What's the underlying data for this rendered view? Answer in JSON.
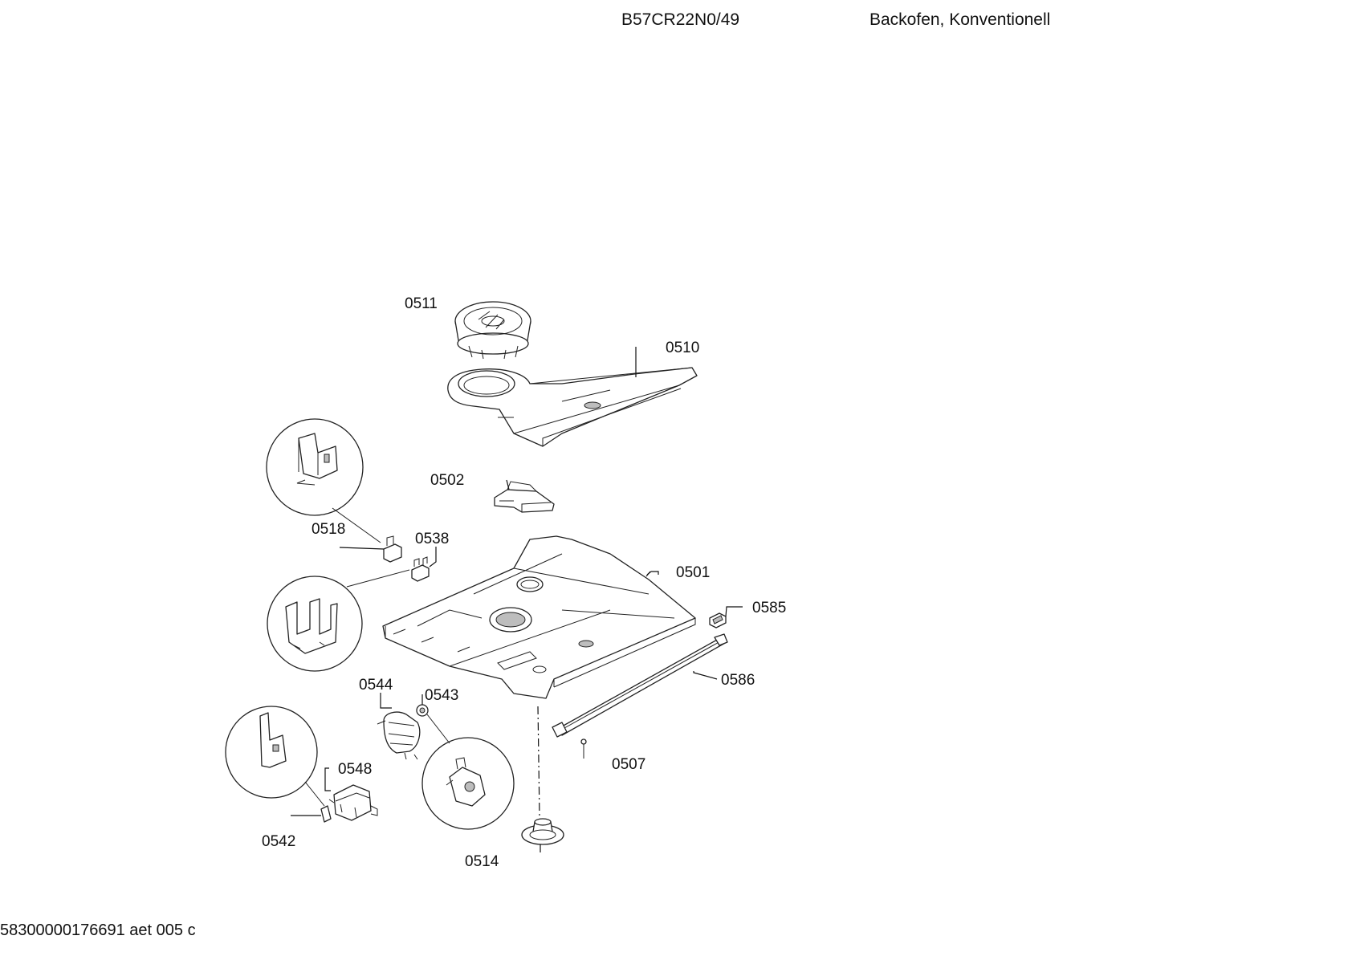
{
  "header": {
    "model": "B57CR22N0/49",
    "description": "Backofen, Konventionell"
  },
  "footer": {
    "code": "58300000176691 aet 005 c"
  },
  "diagram": {
    "part_labels": [
      "0511",
      "0510",
      "0502",
      "0518",
      "0538",
      "0501",
      "0585",
      "0586",
      "0544",
      "0543",
      "0507",
      "0548",
      "0542",
      "0514"
    ]
  }
}
